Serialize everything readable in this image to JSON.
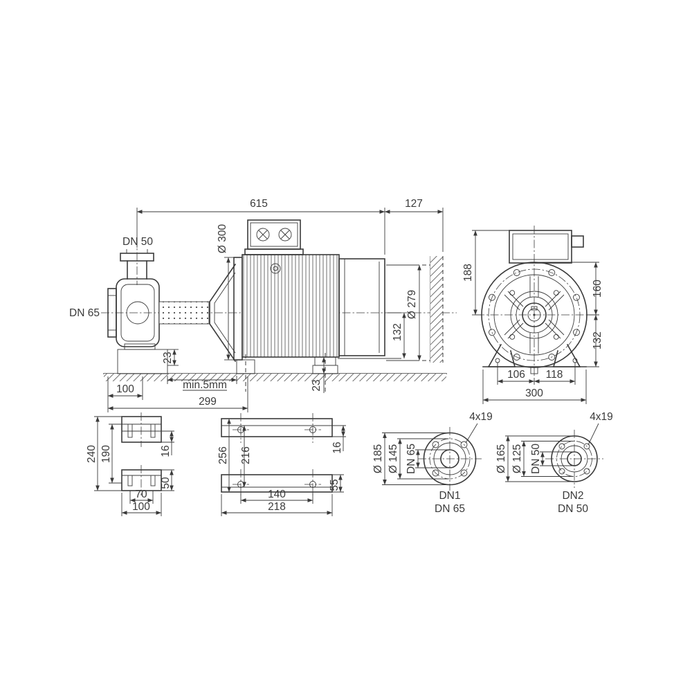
{
  "side_view": {
    "dim_length_total": "615",
    "dim_clearance_fan": "127",
    "label_discharge": "DN 50",
    "dim_flange_dia": "Ø 300",
    "label_suction": "DN 65",
    "dim_motor_dia": "Ø 279",
    "dim_shaft_height": "132",
    "dim_foundation_left": "23",
    "dim_shim_right": "23",
    "dim_min_gap": "min.5mm",
    "dim_suction_to_foot": "100",
    "dim_suction_to_motor_foot": "299"
  },
  "end_view": {
    "dim_box_height": "188",
    "dim_center_to_top": "160",
    "dim_center_to_base": "132",
    "dim_foot_left": "106",
    "dim_foot_right": "118",
    "dim_base_width": "300"
  },
  "foot_view": {
    "dim_overall": "240",
    "dim_inner": "190",
    "dim_plate_thickness": "16",
    "dim_pad_height": "50",
    "dim_hole_spacing": "70",
    "dim_width": "100"
  },
  "base_view": {
    "dim_overall": "256",
    "dim_inner": "216",
    "dim_plate_thickness": "16",
    "dim_pad_height": "55",
    "dim_hole_spacing": "140",
    "dim_width": "218"
  },
  "flange_dn1": {
    "dia_outer": "Ø 185",
    "dia_bolt_circle": "Ø 145",
    "dia_nominal": "DN 65",
    "holes": "4x19",
    "port_name": "DN1",
    "port_size": "DN 65"
  },
  "flange_dn2": {
    "dia_outer": "Ø 165",
    "dia_bolt_circle": "Ø 125",
    "dia_nominal": "DN 50",
    "holes": "4x19",
    "port_name": "DN2",
    "port_size": "DN 50"
  }
}
